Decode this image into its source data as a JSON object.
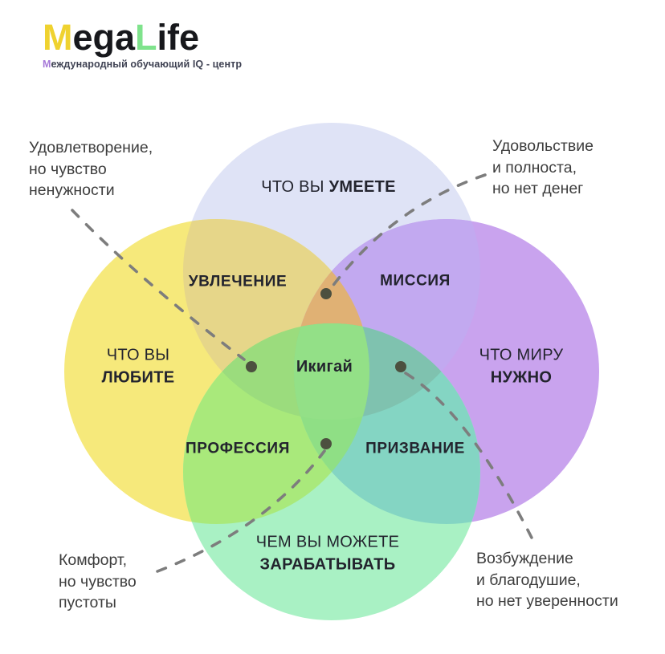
{
  "logo": {
    "brand": [
      {
        "text": "M",
        "color": "#efd230"
      },
      {
        "text": "ega",
        "color": "#17181c"
      },
      {
        "text": "L",
        "color": "#7fe38c"
      },
      {
        "text": "ife",
        "color": "#17181c"
      }
    ],
    "subtitle": [
      {
        "text": "М",
        "color": "#a678d8"
      },
      {
        "text": "еждународный обучающий IQ - центр",
        "color": "#3f4253"
      }
    ]
  },
  "diagram": {
    "center_label": "Икигай",
    "circles": {
      "skills": {
        "regular": "ЧТО ВЫ",
        "bold": "УМЕЕТЕ"
      },
      "love": {
        "regular": "ЧТО ВЫ",
        "bold": "ЛЮБИТЕ"
      },
      "needs": {
        "regular": "ЧТО МИРУ",
        "bold": "НУЖНО"
      },
      "paid": {
        "regular": "ЧЕМ ВЫ МОЖЕТЕ",
        "bold": "ЗАРАБАТЫВАТЬ"
      }
    },
    "overlaps": {
      "passion": "УВЛЕЧЕНИЕ",
      "mission": "МИССИЯ",
      "profession": "ПРОФЕССИЯ",
      "vocation": "ПРИЗВАНИЕ"
    },
    "annotations": {
      "top_left": {
        "lines": [
          "Удовлетворение,",
          "но чувство",
          "ненужности"
        ]
      },
      "top_right": {
        "lines": [
          "Удовольствие",
          "и полноста,",
          "но нет денег"
        ]
      },
      "bottom_left": {
        "lines": [
          "Комфорт,",
          "но чувство",
          "пустоты"
        ]
      },
      "bottom_right": {
        "lines": [
          "Возбуждение",
          "и благодушие,",
          "но нет уверенности"
        ]
      }
    }
  },
  "colors": {
    "background": "#ffffff",
    "circle_skills": "#dfe3f6",
    "circle_love": "#f6e97b",
    "circle_needs": "#c9a3ee",
    "circle_paid": "#a9f1c4",
    "overlap_passion": "#e6d689",
    "overlap_mission": "#c2a9f0",
    "overlap_profession": "#a9e97b",
    "overlap_vocation": "#84d5c3",
    "overlap_top_center": "#e0b174",
    "overlap_left_inner": "#9bdc7d",
    "overlap_right_inner": "#7fc2af",
    "overlap_bottom_inner": "#8fdf85",
    "overlap_center": "#93e087",
    "connector_line": "#7d7d7d",
    "connector_dot": "#4c503f",
    "label_text": "#23242e",
    "annotation_text": "#3d3d3d"
  }
}
